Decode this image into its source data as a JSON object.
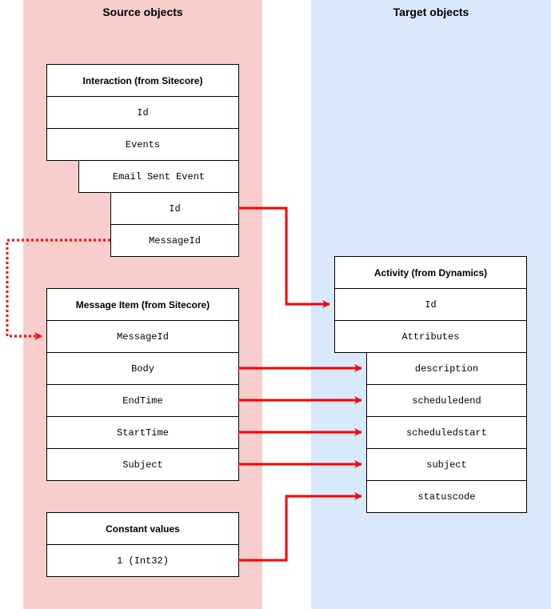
{
  "panels": {
    "source_title": "Source objects",
    "target_title": "Target objects"
  },
  "interaction": {
    "header": "Interaction (from Sitecore)",
    "id": "Id",
    "events": "Events",
    "email_sent_event": "Email Sent Event",
    "event_id": "Id",
    "event_message_id": "MessageId"
  },
  "message_item": {
    "header": "Message Item (from Sitecore)",
    "message_id": "MessageId",
    "body": "Body",
    "end_time": "EndTime",
    "start_time": "StartTime",
    "subject": "Subject"
  },
  "constants": {
    "header": "Constant values",
    "value": "1 (Int32)"
  },
  "activity": {
    "header": "Activity (from Dynamics)",
    "id": "Id",
    "attributes": "Attributes",
    "description": "description",
    "scheduledend": "scheduledend",
    "scheduledstart": "scheduledstart",
    "subject": "subject",
    "statuscode": "statuscode"
  },
  "colors": {
    "source_panel": "#f8cecc",
    "target_panel": "#dae8fc",
    "connector": "#ff0000"
  }
}
